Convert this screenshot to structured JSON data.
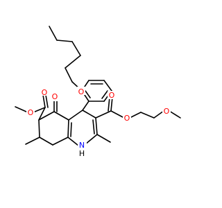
{
  "molecule": {
    "colors": {
      "bond": "#000000",
      "oxygen": "#ff0000",
      "nitrogen": "#0000ff",
      "carbon": "#000000",
      "background": "#ffffff"
    },
    "atom_labels": {
      "o_butoxy": "O",
      "o_ketone": "O",
      "o_ester1_carbonyl": "O",
      "o_ester1_ether": "O",
      "o_ester2_carbonyl": "O",
      "o_ester2_ether": "O",
      "o_methoxy": "O",
      "n_ring": "N",
      "h_ring": "H"
    }
  }
}
